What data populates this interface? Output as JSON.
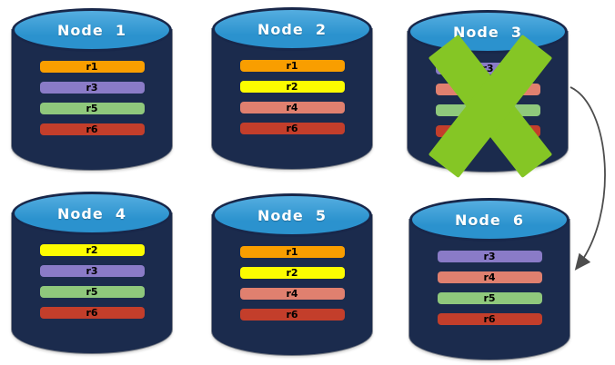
{
  "diagram": {
    "nodes": [
      {
        "title": "Node  1",
        "replicas": [
          {
            "label": "r1",
            "color": "#F99E00"
          },
          {
            "label": "r3",
            "color": "#8A7BC7"
          },
          {
            "label": "r5",
            "color": "#8FC87C"
          },
          {
            "label": "r6",
            "color": "#C33E2B"
          }
        ]
      },
      {
        "title": "Node  2",
        "replicas": [
          {
            "label": "r1",
            "color": "#F99E00"
          },
          {
            "label": "r2",
            "color": "#FCFC00"
          },
          {
            "label": "r4",
            "color": "#E0806F"
          },
          {
            "label": "r6",
            "color": "#C33E2B"
          }
        ]
      },
      {
        "title": "Node  3",
        "failed": true,
        "replicas": [
          {
            "label": "r3",
            "color": "#8A7BC7"
          },
          {
            "label": "r4",
            "color": "#E0806F"
          },
          {
            "label": "r5",
            "color": "#8FC87C"
          },
          {
            "label": "r6",
            "color": "#C33E2B"
          }
        ]
      },
      {
        "title": "Node  4",
        "replicas": [
          {
            "label": "r2",
            "color": "#FCFC00"
          },
          {
            "label": "r3",
            "color": "#8A7BC7"
          },
          {
            "label": "r5",
            "color": "#8FC87C"
          },
          {
            "label": "r6",
            "color": "#C33E2B"
          }
        ]
      },
      {
        "title": "Node  5",
        "replicas": [
          {
            "label": "r1",
            "color": "#F99E00"
          },
          {
            "label": "r2",
            "color": "#FCFC00"
          },
          {
            "label": "r4",
            "color": "#E0806F"
          },
          {
            "label": "r6",
            "color": "#C33E2B"
          }
        ]
      },
      {
        "title": "Node  6",
        "replicas": [
          {
            "label": "r3",
            "color": "#8A7BC7"
          },
          {
            "label": "r4",
            "color": "#E0806F"
          },
          {
            "label": "r5",
            "color": "#8FC87C"
          },
          {
            "label": "r6",
            "color": "#C33E2B"
          }
        ]
      }
    ],
    "failure_mark": {
      "symbol": "X",
      "color": "#85C625",
      "on_node": "Node  3"
    },
    "arrow": {
      "color": "#4D4D4D",
      "from": "Node  3",
      "to": "Node  6"
    },
    "palette": {
      "cylinder_body": "#1B2B4D",
      "cylinder_top": "#2E97D2",
      "cylinder_outline": "#18274A",
      "title_text": "#FFFFFF",
      "bar_text": "#000000"
    }
  }
}
